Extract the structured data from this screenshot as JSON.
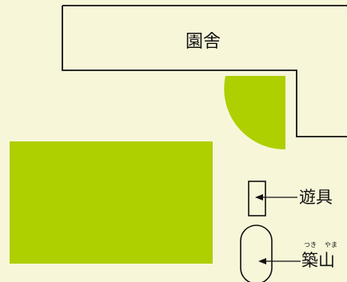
{
  "colors": {
    "background": "#F8F6D9",
    "green": "#AECF00",
    "line": "#111111",
    "text": "#111111"
  },
  "labels": {
    "building": "園舎",
    "playground_equipment": "遊具",
    "artificial_hill": "築山",
    "artificial_hill_reading_1": "つき",
    "artificial_hill_reading_2": "やま"
  },
  "icons": {
    "door_swing": "quarter-circle-icon",
    "arrow": "arrowhead-icon"
  }
}
